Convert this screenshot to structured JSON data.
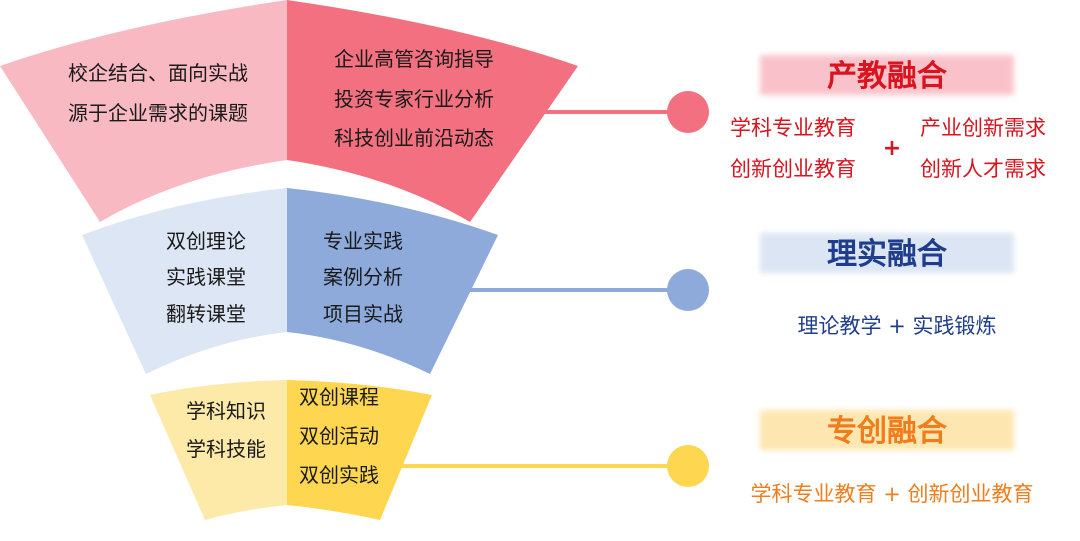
{
  "tiers": [
    {
      "left_lines": [
        "校企结合、面向实战",
        "源于企业需求的课题"
      ],
      "right_lines": [
        "企业高管咨询指导",
        "投资专家行业分析",
        "科技创业前沿动态"
      ]
    },
    {
      "left_lines": [
        "双创理论",
        "实践课堂",
        "翻转课堂"
      ],
      "right_lines": [
        "专业实践",
        "案例分析",
        "项目实战"
      ]
    },
    {
      "left_lines": [
        "学科知识",
        "学科技能"
      ],
      "right_lines": [
        "双创课程",
        "双创活动",
        "双创实践"
      ]
    }
  ],
  "panels": [
    {
      "title": "产教融合",
      "left_lines": [
        "学科专业教育",
        "创新创业教育"
      ],
      "plus": "+",
      "right_lines": [
        "产业创新需求",
        "创新人才需求"
      ]
    },
    {
      "title": "理实融合",
      "desc": "理论教学 + 实践锻炼"
    },
    {
      "title": "专创融合",
      "desc": "学科专业教育 + 创新创业教育"
    }
  ],
  "colors": {
    "tier1_left": "#f8b9c2",
    "tier1_right": "#f2707f",
    "tier1_accent": "#d9141f",
    "tier1_band": "#f9c2cb",
    "tier2_left": "#dde6f4",
    "tier2_right": "#8daadb",
    "tier2_accent": "#1f3d8c",
    "tier2_band": "#dbe5f3",
    "tier3_left": "#fde9a8",
    "tier3_right": "#fed650",
    "tier3_accent": "#f07d1c",
    "tier3_band": "#fde6b0"
  }
}
